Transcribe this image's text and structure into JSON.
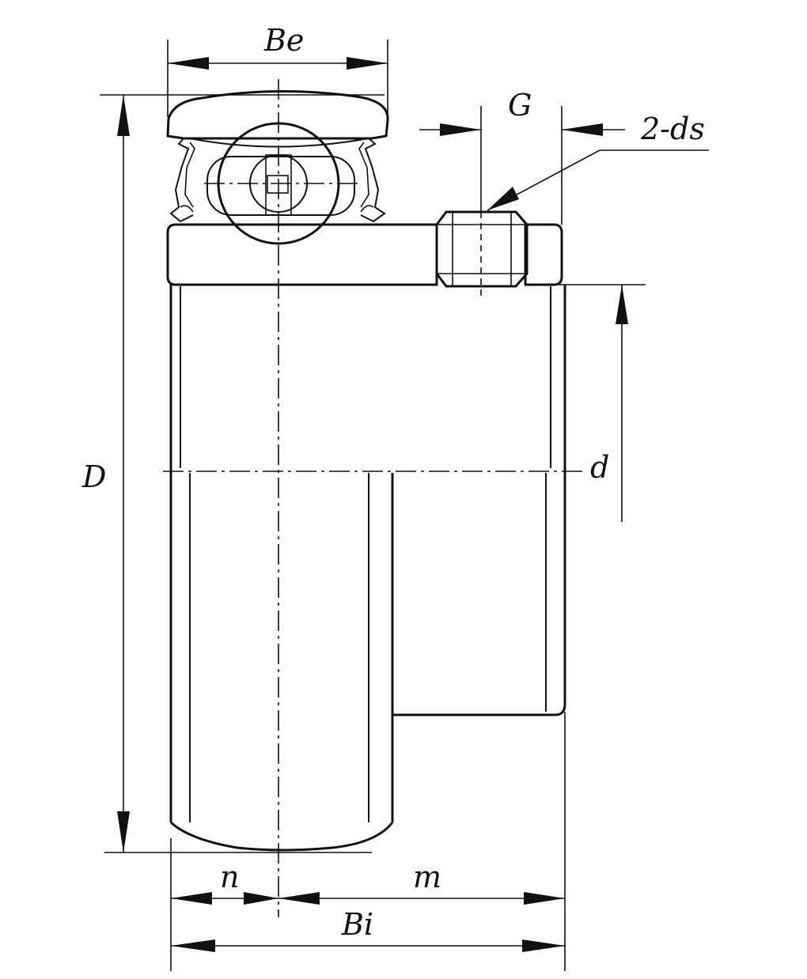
{
  "labels": {
    "be": "Be",
    "g": "G",
    "two_ds": "2-ds",
    "d_outer": "D",
    "d_bore": "d",
    "n": "n",
    "m": "m",
    "bi": "Bi"
  }
}
